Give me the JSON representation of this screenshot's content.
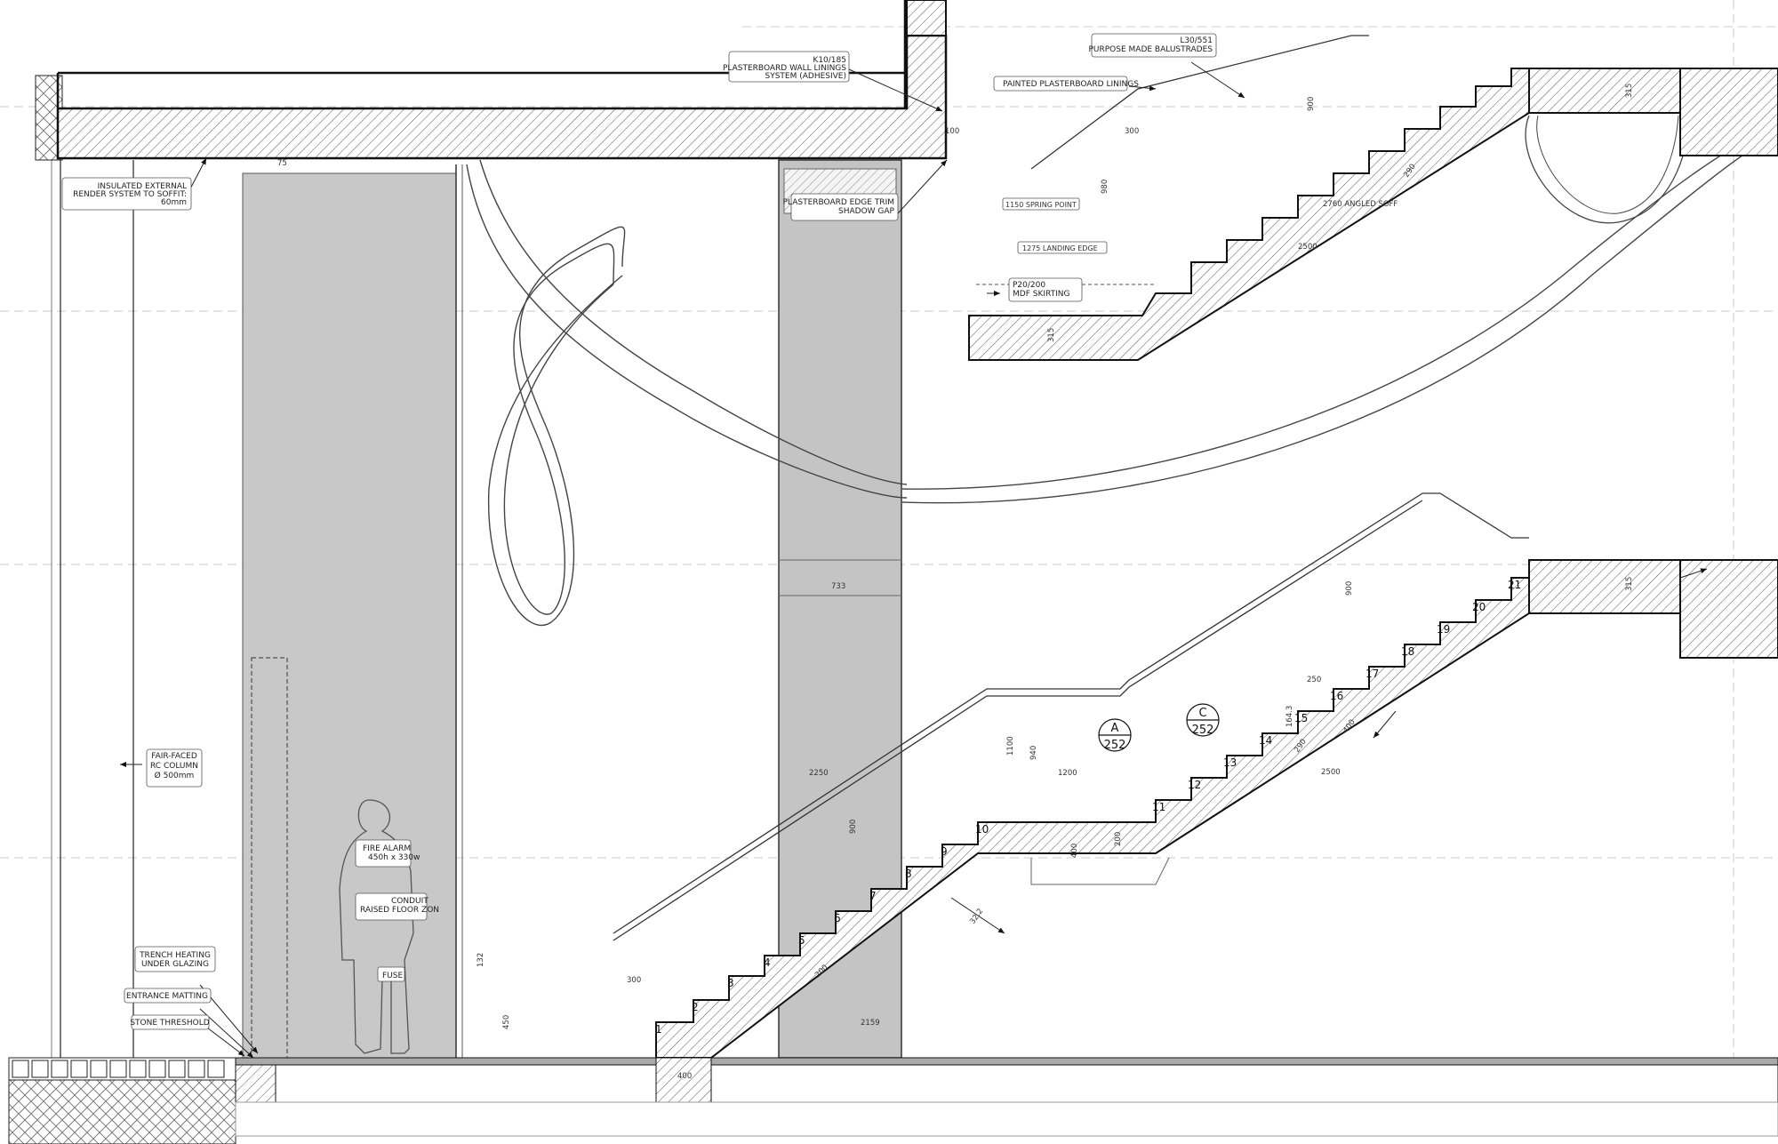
{
  "annotations": {
    "wall_linings_code": "K10/185",
    "wall_linings_line1": "PLASTERBOARD WALL LININGS",
    "wall_linings_line2": "SYSTEM (ADHESIVE)",
    "balustrades_code": "L30/551",
    "balustrades_text": "PURPOSE MADE BALUSTRADES",
    "painted_linings": "PAINTED PLASTERBOARD LININGS",
    "insulated_line1": "INSULATED EXTERNAL",
    "insulated_line2": "RENDER SYSTEM TO SOFFIT:",
    "insulated_line3": "60mm",
    "edge_trim_line1": "PLASTERBOARD EDGE TRIM",
    "edge_trim_line2": "SHADOW GAP",
    "spring_point": "1150 SPRING POINT",
    "landing_edge": "1275 LANDING EDGE",
    "skirting_code": "P20/200",
    "skirting_text": "MDF SKIRTING",
    "column_line1": "FAIR-FACED",
    "column_line2": "RC COLUMN",
    "column_line3": "Ø 500mm",
    "fire_alarm_line1": "FIRE ALARM",
    "fire_alarm_line2": "450h x 330w",
    "conduit_line1": "CONDUIT",
    "conduit_line2": "RAISED FLOOR ZON",
    "fuse": "FUSE",
    "trench_line1": "TRENCH HEATING",
    "trench_line2": "UNDER GLAZING",
    "entrance_matting": "ENTRANCE MATTING",
    "stone_threshold": "STONE THRESHOLD"
  },
  "dimensions": {
    "d100": "100",
    "d75": "75",
    "d300_top": "300",
    "d900_top": "900",
    "d980": "980",
    "d2760": "2760 ANGLED SOFF",
    "d2500_top": "2500",
    "d315_a": "315",
    "d315_b": "315",
    "d315_c": "315",
    "d290": "290",
    "d733": "733",
    "d900_mid": "900",
    "d250": "250",
    "d1643": "164.3",
    "d400_mid": "400",
    "d2500_mid": "2500",
    "d290_mid": "290",
    "d1100": "1100",
    "d940": "940",
    "d1200": "1200",
    "d2250": "2250",
    "d900_low": "900",
    "d400_low": "400",
    "d200": "200",
    "d322": "32.2",
    "d300_low": "300",
    "d200_b": "200",
    "d450": "450",
    "d2159": "2159",
    "d400_base": "400",
    "d132": "132"
  },
  "sections": [
    {
      "letter": "A",
      "number": "252"
    },
    {
      "letter": "C",
      "number": "252"
    }
  ],
  "step_numbers": [
    "1",
    "2",
    "3",
    "4",
    "5",
    "6",
    "7",
    "8",
    "9",
    "10",
    "11",
    "12",
    "13",
    "14",
    "15",
    "16",
    "17",
    "18",
    "19",
    "20",
    "21"
  ]
}
